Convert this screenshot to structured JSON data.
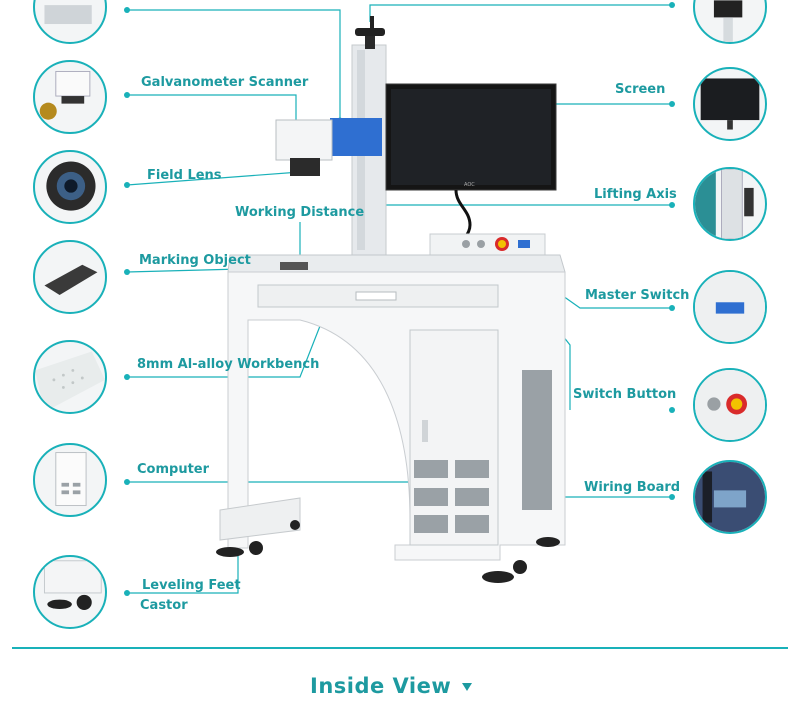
{
  "labels": {
    "galvanometer": "Galvanometer Scanner",
    "field_lens": "Field Lens",
    "working_distance": "Working Distance",
    "marking_object": "Marking Object",
    "workbench": "8mm Al-alloy Workbench",
    "computer": "Computer",
    "leveling_feet": "Leveling Feet",
    "castor": "Castor",
    "screen": "Screen",
    "lifting_axis": "Lifting Axis",
    "master_switch": "Master Switch",
    "switch_button": "Switch Button",
    "wiring_board": "Wiring Board"
  },
  "monitor_brand": "AOC",
  "section": {
    "title": "Inside View"
  },
  "colors": {
    "accent": "#19b1b9",
    "label": "#1d9aa0",
    "laser_blue": "#2f6fd1",
    "estop_red": "#d92b2b"
  }
}
